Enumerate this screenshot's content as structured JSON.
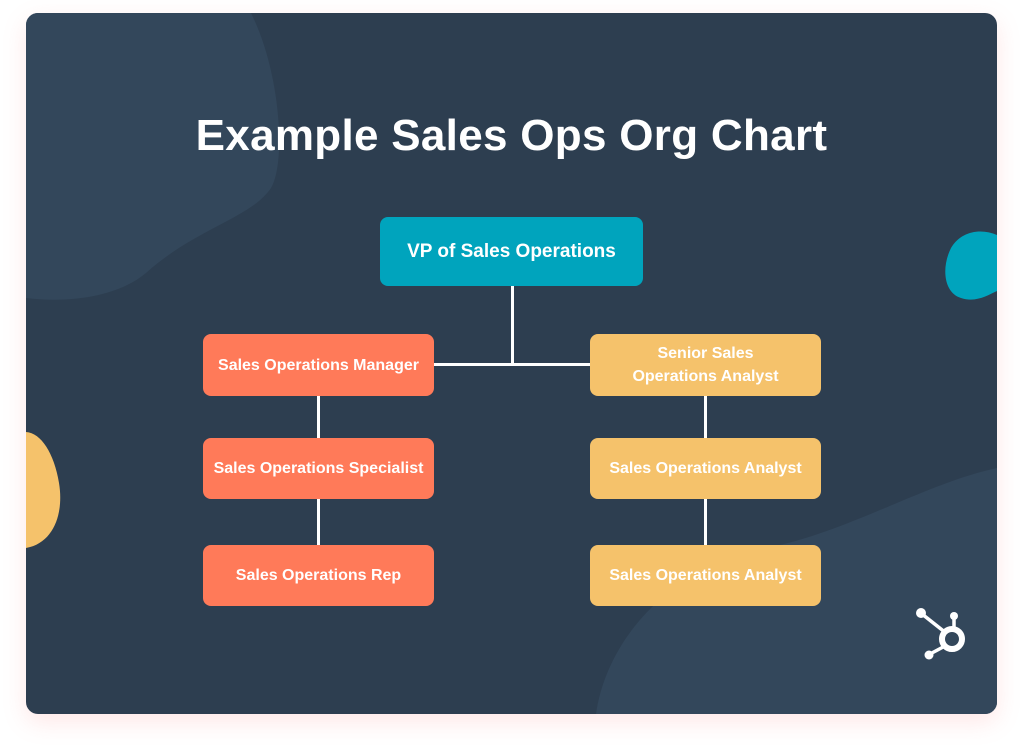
{
  "title": "Example Sales Ops Org Chart",
  "colors": {
    "background": "#2d3e50",
    "blob": "#33475b",
    "vp": "#00a4bd",
    "left_branch": "#ff7a59",
    "right_branch": "#f5c26b"
  },
  "nodes": {
    "vp": "VP of Sales Operations",
    "manager": "Sales Operations Manager",
    "specialist": "Sales Operations Specialist",
    "rep": "Sales Operations Rep",
    "senior_analyst_line1": "Senior Sales",
    "senior_analyst_line2": "Operations Analyst",
    "analyst_1": "Sales Operations Analyst",
    "analyst_2": "Sales Operations Analyst"
  },
  "logo": "hubspot-sprocket-icon"
}
